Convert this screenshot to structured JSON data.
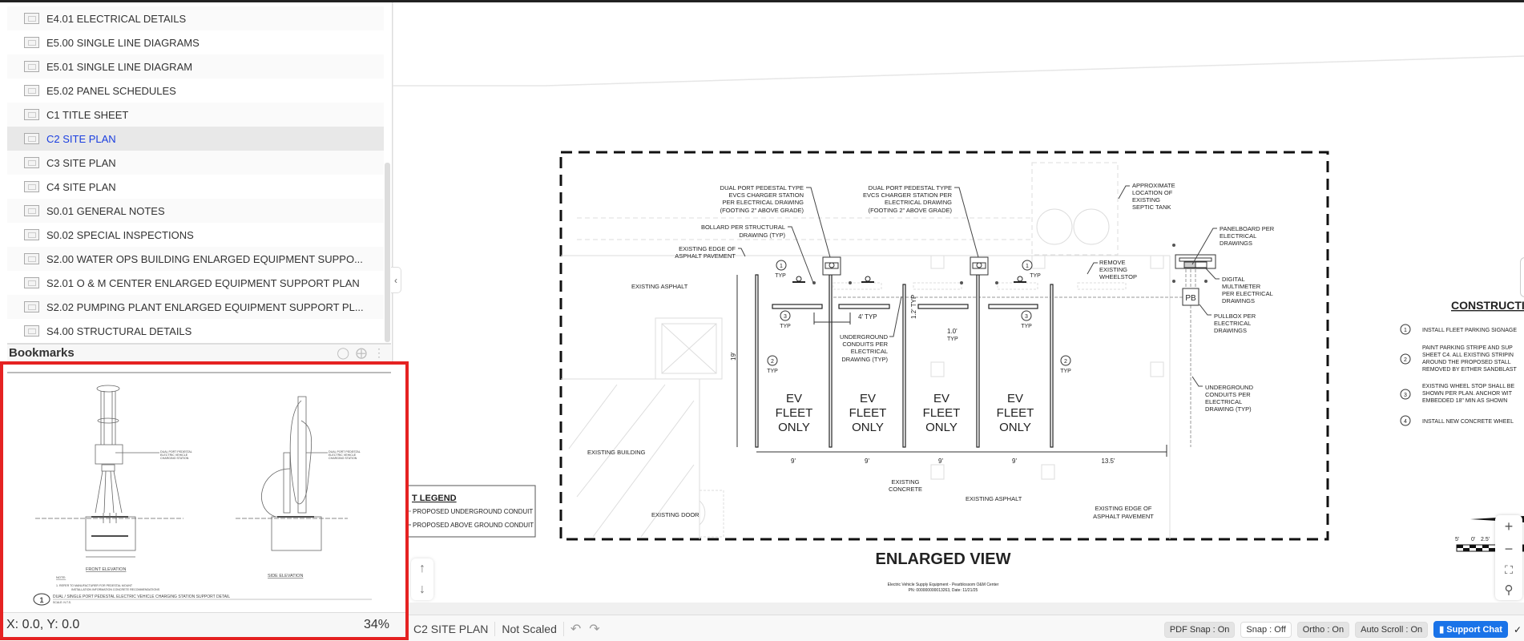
{
  "sheets": {
    "items": [
      "E4.01 ELECTRICAL DETAILS",
      "E5.00 SINGLE LINE DIAGRAMS",
      "E5.01 SINGLE LINE DIAGRAM",
      "E5.02 PANEL SCHEDULES",
      "C1 TITLE SHEET",
      "C2 SITE PLAN",
      "C3 SITE PLAN",
      "C4 SITE PLAN",
      "S0.01 GENERAL NOTES",
      "S0.02 SPECIAL INSPECTIONS",
      "S2.00 WATER OPS BUILDING ENLARGED EQUIPMENT SUPPO...",
      "S2.01 O & M CENTER ENLARGED EQUIPMENT SUPPORT PLAN",
      "S2.02 PUMPING PLANT ENLARGED EQUIPMENT SUPPORT PL...",
      "S4.00 STRUCTURAL DETAILS"
    ],
    "selected": "C2 SITE PLAN"
  },
  "bookmarks": {
    "title": "Bookmarks"
  },
  "thumbnail": {
    "front_callout": [
      "DUAL PORT PEDESTAL",
      "ELECTRIC VEHICLE",
      "CHARGING STATION"
    ],
    "side_callout": [
      "DUAL PORT PEDESTAL",
      "ELECTRIC VEHICLE",
      "CHARGING STATION"
    ],
    "front_label": "FRONT ELEVATION",
    "side_label": "SIDE ELEVATION",
    "note_head": "NOTE:",
    "note_lines": [
      "1.   REFER TO MANUFACTURER FOR PEDESTAL MOUNT",
      "INSTALLATION INFORMATION CONCRETE RECOMMENDATIONS"
    ],
    "detail_number": "1",
    "detail_title": "DUAL / SINGLE PORT PEDESTAL ELECTRIC VEHICLE CHARGING STATION SUPPORT DETAIL",
    "detail_scale": "SCALE: N.T.S."
  },
  "sidebar_status": {
    "coords": "X: 0.0, Y: 0.0",
    "zoom": "34%"
  },
  "drawing": {
    "charger_note_1": [
      "DUAL PORT PEDESTAL TYPE",
      "EVCS CHARGER STATION",
      "PER ELECTRICAL DRAWING",
      "(FOOTING 2\" ABOVE GRADE)"
    ],
    "charger_note_2": [
      "DUAL PORT PEDESTAL TYPE",
      "EVCS CHARGER STATION PER",
      "ELECTRICAL DRAWING",
      "(FOOTING 2\" ABOVE GRADE)"
    ],
    "bollard_note": [
      "BOLLARD PER STRUCTURAL",
      "DRAWING (TYP)"
    ],
    "edge_note_top": [
      "EXISTING EDGE OF",
      "ASPHALT PAVEMENT"
    ],
    "asphalt_1": "EXISTING ASPHALT",
    "asphalt_2": "EXISTING ASPHALT",
    "septic_note": [
      "APPROXIMATE",
      "LOCATION OF",
      "EXISTING",
      "SEPTIC TANK"
    ],
    "wheelstop_note": [
      "REMOVE",
      "EXISTING",
      "WHEELSTOP"
    ],
    "panelboard_note": [
      "PANELBOARD PER",
      "ELECTRICAL",
      "DRAWINGS"
    ],
    "multimeter_note": [
      "DIGITAL",
      "MULTIMETER",
      "PER ELECTRICAL",
      "DRAWINGS"
    ],
    "pullbox_note": [
      "PULLBOX PER",
      "ELECTRICAL",
      "DRAWINGS"
    ],
    "pullbox_label": "PB",
    "conduit_note_1": [
      "UNDERGROUND",
      "CONDUITS PER",
      "ELECTRICAL",
      "DRAWING (TYP)"
    ],
    "conduit_note_2": [
      "UNDERGROUND",
      "CONDUITS PER",
      "ELECTRICAL",
      "DRAWING (TYP)"
    ],
    "typ": "TYP",
    "dim_4": "4' TYP",
    "dim_1_2": "1.2' TYP",
    "dim_1_0": "1.0'",
    "dim_19": "19'",
    "stall_dims": [
      "9'",
      "9'",
      "9'",
      "9'",
      "13.5'"
    ],
    "stall_label": [
      "EV",
      "FLEET",
      "ONLY"
    ],
    "building": "EXISTING BUILDING",
    "concrete": [
      "EXISTING",
      "CONCRETE"
    ],
    "door": "EXISTING DOOR",
    "edge_note_bottom": [
      "EXISTING EDGE OF",
      "ASPHALT PAVEMENT"
    ],
    "view_title": "ENLARGED VIEW",
    "title_block": [
      "Electric Vehicle Supply Equipment - Pearblossom O&M Center",
      "PN: 000000000013263, Date: 11/21/25"
    ],
    "legend_title": "T LEGEND",
    "legend_items": [
      "PROPOSED  UNDERGROUND  CONDUIT",
      "PROPOSED  ABOVE  GROUND  CONDUIT"
    ],
    "notes_title": "CONSTRUCTI",
    "notes": [
      {
        "num": "1",
        "lines": [
          "INSTALL  FLEET  PARKING  SIGNAGE"
        ]
      },
      {
        "num": "2",
        "lines": [
          "PAINT  PARKING  STRIPE  AND  SUP",
          "SHEET  C4.  ALL  EXISTING  STRIPIN",
          "AROUND  THE  PROPOSED  STALL",
          "REMOVED  BY  EITHER  SANDBLAST"
        ]
      },
      {
        "num": "3",
        "lines": [
          "EXISTING  WHEEL  STOP  SHALL  BE",
          "SHOWN  PER  PLAN.  ANCHOR  WIT",
          "EMBEDDED  18\"  MIN  AS  SHOWN"
        ]
      },
      {
        "num": "4",
        "lines": [
          "INSTALL  NEW  CONCRETE  WHEEL"
        ]
      }
    ],
    "scale_labels": [
      "5'",
      "0'",
      "2.5'"
    ]
  },
  "status_bar": {
    "sheet_name": "C2 SITE PLAN",
    "scale": "Not Scaled",
    "pdf_snap": "PDF Snap : On",
    "snap": "Snap : Off",
    "ortho": "Ortho : On",
    "auto_scroll": "Auto Scroll : On",
    "support_chat": "Support Chat"
  }
}
